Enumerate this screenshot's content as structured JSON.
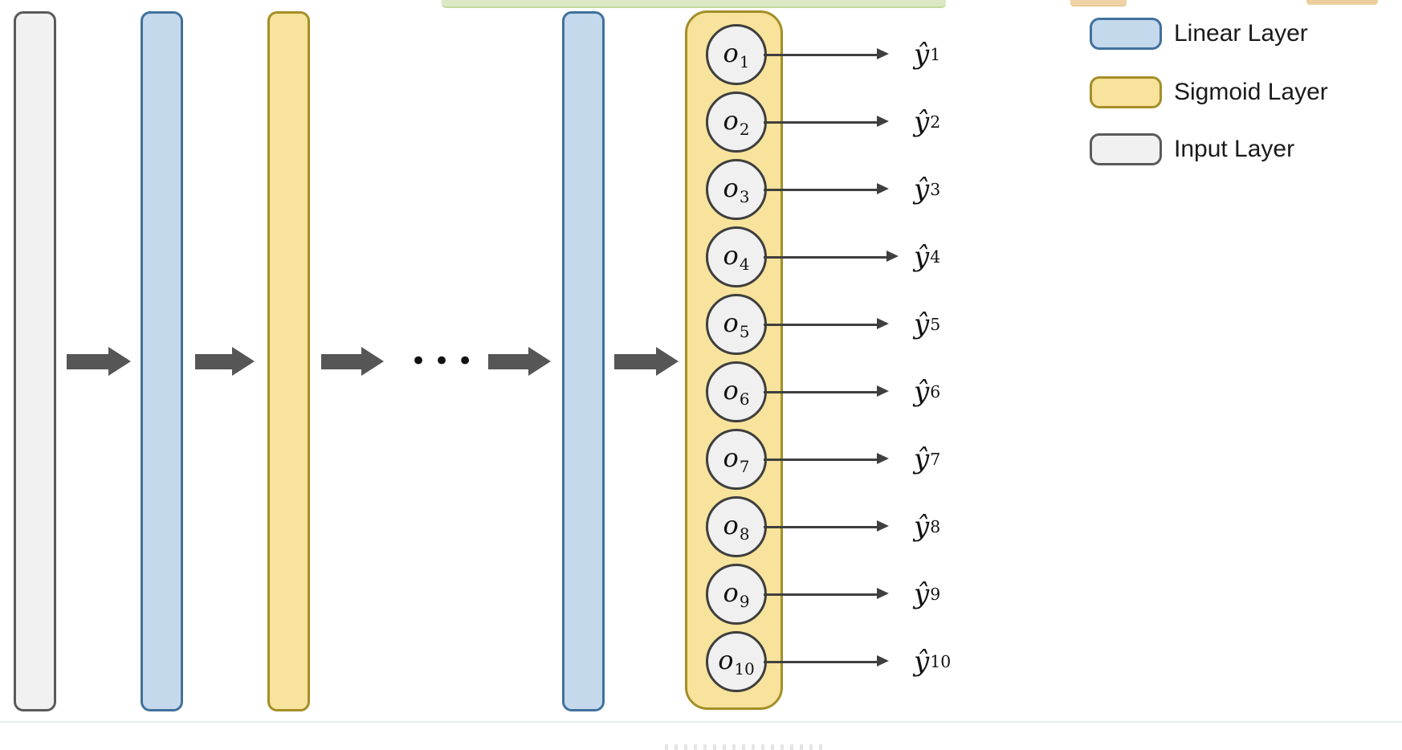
{
  "diagram": {
    "colors": {
      "linear_fill": "#C5D9ED",
      "linear_border": "#41719C",
      "sigmoid_fill": "#F7E39B",
      "sigmoid_border": "#A58E28",
      "input_fill": "#F1F1F1",
      "input_border": "#5A5A5A",
      "node_fill": "#F0F0F0",
      "node_border": "#3E3E3E",
      "flow_arrow": "#565656",
      "output_arrow": "#3F3F3F"
    },
    "ellipsis": "•••",
    "layers": [
      {
        "id": "input",
        "kind": "Input Layer"
      },
      {
        "id": "linear-1",
        "kind": "Linear Layer"
      },
      {
        "id": "sigmoid-1",
        "kind": "Sigmoid Layer"
      },
      {
        "id": "linear-last",
        "kind": "Linear Layer"
      },
      {
        "id": "sigmoid-output",
        "kind": "Sigmoid Layer"
      }
    ],
    "nodes": [
      {
        "o": "o",
        "o_sub": "1",
        "y": "ŷ",
        "y_sub": "1"
      },
      {
        "o": "o",
        "o_sub": "2",
        "y": "ŷ",
        "y_sub": "2"
      },
      {
        "o": "o",
        "o_sub": "3",
        "y": "ŷ",
        "y_sub": "3"
      },
      {
        "o": "o",
        "o_sub": "4",
        "y": "ŷ",
        "y_sub": "4"
      },
      {
        "o": "o",
        "o_sub": "5",
        "y": "ŷ",
        "y_sub": "5"
      },
      {
        "o": "o",
        "o_sub": "6",
        "y": "ŷ",
        "y_sub": "6"
      },
      {
        "o": "o",
        "o_sub": "7",
        "y": "ŷ",
        "y_sub": "7"
      },
      {
        "o": "o",
        "o_sub": "8",
        "y": "ŷ",
        "y_sub": "8"
      },
      {
        "o": "o",
        "o_sub": "9",
        "y": "ŷ",
        "y_sub": "9"
      },
      {
        "o": "o",
        "o_sub": "10",
        "y": "ŷ",
        "y_sub": "10"
      }
    ]
  },
  "legend": {
    "items": [
      {
        "label": "Linear Layer",
        "swatch_color": "#C5D9ED"
      },
      {
        "label": "Sigmoid Layer",
        "swatch_color": "#F7E39B"
      },
      {
        "label": "Input Layer",
        "swatch_color": "#F1F1F1"
      }
    ]
  }
}
